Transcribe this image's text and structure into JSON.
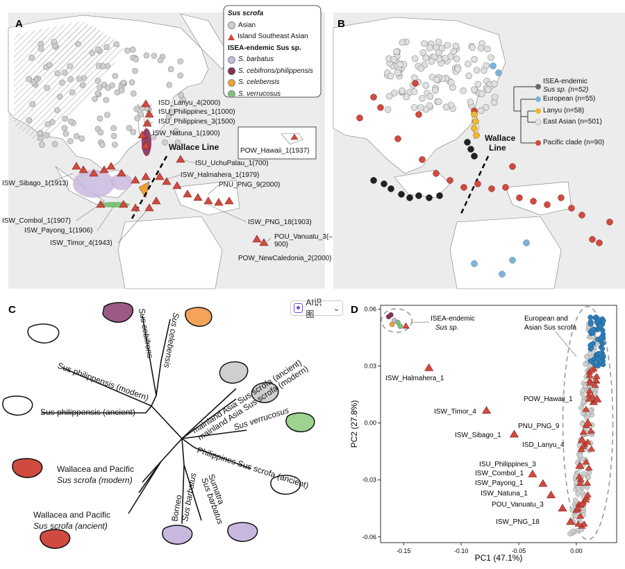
{
  "panels": {
    "a": "A",
    "b": "B",
    "c": "C",
    "d": "D"
  },
  "legend_a": {
    "title": "Sus scrofa",
    "asian": "Asian",
    "isea": "Island Southeast Asian",
    "endemic_title": "ISEA-endemic Sus sp.",
    "barbatus": "S. barbatus",
    "cebifrons": "S. cebifrons/philippensis",
    "celebensis": "S. celebensis",
    "verrucosus": "S. verrucosus"
  },
  "map_a_labels": {
    "wallace": "Wallace Line",
    "lanyu": "ISD_Lanyu_4(2000)",
    "phil1": "ISU_Philippines_1(1000)",
    "phil3": "ISU_Philippines_3(1500)",
    "natuna": "ISW_Natuna_1(1900)",
    "hawaii": "POW_Hawaii_1(1937)",
    "uchu": "ISU_UchuPalau_1(700)",
    "halm": "ISW_Halmahera_1(1979)",
    "png9": "PNU_PNG_9(2000)",
    "sibago": "ISW_Sibago_1(1913)",
    "combol": "ISW_Combol_1(1907)",
    "payong": "ISW_Payong_1(1906)",
    "timor": "ISW_Timor_4(1943)",
    "png18": "ISW_PNG_18(1903)",
    "vanuatu": "POU_Vanuatu_3(–900)",
    "newcal": "POW_NewCaledonia_2(2000)"
  },
  "legend_b": {
    "isea": "ISEA-endemic",
    "isea2": "Sus sp. (n=52)",
    "european": "European (n=55)",
    "lanyu": "Lanyu (n=58)",
    "eastasian": "East Asian (n=501)",
    "pacific": "Pacific clade (n=90)",
    "wallace1": "Wallace",
    "wallace2": "Line"
  },
  "tree_c": {
    "cebifrons": "Sus cebifrons",
    "celebensis": "Sus celebensis",
    "phil_modern": "Sus philippensis (modern)",
    "phil_ancient": "Sus philippensis (ancient)",
    "mainland_ancient": "mainland Asia Sus scrofa (ancient)",
    "mainland_modern": "mainland Asia Sus scrofa (modern)",
    "verrucosus": "Sus verrucosus",
    "wp_modern_1": "Wallacea and Pacific",
    "wp_modern_2": "Sus scrofa (modern)",
    "phil_scrofa": "Philippines Sus scrofa (ancient)",
    "wp_ancient_1": "Wallacea and Pacific",
    "wp_ancient_2": "Sus scrofa (ancient)",
    "borneo_1": "Borneo",
    "borneo_2": "Sus barbatus",
    "sumatra_1": "Sumatra",
    "sumatra_2": "Sus barbatus"
  },
  "ai_button": {
    "label": "AI识图",
    "caret": "⌄"
  },
  "chart_data": {
    "type": "scatter",
    "xlabel": "PC1 (47.1%)",
    "ylabel": "PC2 (27.8%)",
    "xlim": [
      -0.17,
      0.035
    ],
    "ylim": [
      -0.063,
      0.062
    ],
    "xticks": [
      -0.15,
      -0.1,
      -0.05,
      0.0
    ],
    "xtick_labels": [
      "-0.15",
      "-0.10",
      "-0.05",
      "0.00"
    ],
    "yticks": [
      -0.06,
      -0.03,
      0.0,
      0.03,
      0.06
    ],
    "ytick_labels": [
      "-0.06",
      "-0.03",
      "0.00",
      "0.03",
      "0.06"
    ],
    "annotations": {
      "isea": "ISEA-endemic",
      "isea2": "Sus sp.",
      "euro": "European and",
      "euro2": "Asian Sus scrofa"
    },
    "colors": {
      "asian": "#cfcfcf",
      "isea": "#d04a3f",
      "european": "#2e7fb8",
      "barbatus": "#c9b8de",
      "cebifrons": "#8b2e5a",
      "celebensis": "#f0a030",
      "verrucosus": "#7fc27a"
    },
    "labeled_points": [
      {
        "label": "ISW_Halmahera_1",
        "x": -0.128,
        "y": 0.029
      },
      {
        "label": "POW_Hawaii_1",
        "x": 0.018,
        "y": 0.0125
      },
      {
        "label": "ISW_Timor_4",
        "x": -0.078,
        "y": 0.0065
      },
      {
        "label": "PNU_PNG_9",
        "x": 0.01,
        "y": 0.0
      },
      {
        "label": "ISW_Sibago_1",
        "x": -0.054,
        "y": -0.006
      },
      {
        "label": "ISD_Lanyu_4",
        "x": 0.005,
        "y": -0.009
      },
      {
        "label": "ISU_Philippines_3",
        "x": 0.003,
        "y": -0.0225
      },
      {
        "label": "ISW_Combol_1",
        "x": -0.038,
        "y": -0.027
      },
      {
        "label": "ISW_Payong_1",
        "x": -0.029,
        "y": -0.032
      },
      {
        "label": "ISW_Natuna_1",
        "x": -0.022,
        "y": -0.038
      },
      {
        "label": "POU_Vanuatu_3",
        "x": -0.012,
        "y": -0.045
      },
      {
        "label": "ISW_PNG_18",
        "x": -0.005,
        "y": -0.052
      }
    ]
  }
}
